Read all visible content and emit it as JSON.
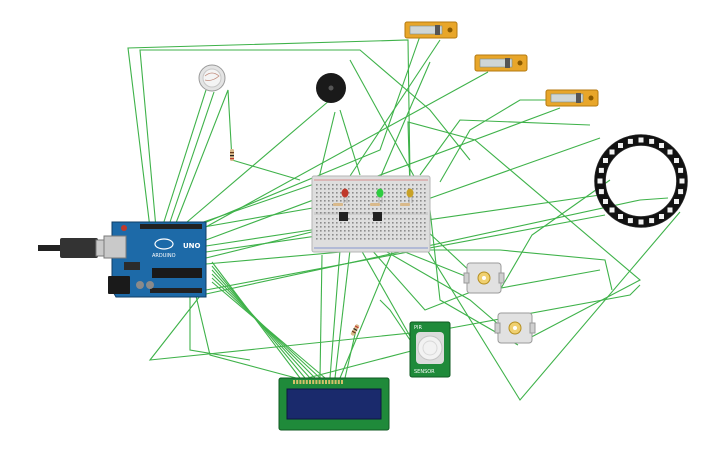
{
  "canvas": {
    "background": "#ffffff"
  },
  "colors": {
    "wire": "#3fb24a",
    "arduino_board": "#1d6aa8",
    "breadboard": "#dedede",
    "pir_board": "#1f8a3a",
    "lcd_frame": "#1f8a3a",
    "lcd_screen": "#1a2a6c",
    "slide_pot_body": "#e8a62a",
    "neopixel_ring": "#111111",
    "buzzer": "#1a1a1a",
    "led_red": "#c0392b",
    "led_green": "#2ecc40",
    "led_yellow": "#c9a227"
  },
  "arduino": {
    "brand_text": "UNO",
    "logo_text": "ARDUINO"
  },
  "pir": {
    "label_top": "PIR",
    "label_bottom": "SENSOR"
  },
  "components": {
    "icons": [
      "arduino-uno-board",
      "usb-cable",
      "breadboard",
      "lcd-16x2",
      "pir-sensor",
      "neopixel-ring",
      "piezo-buzzer",
      "photoresistor",
      "slide-potentiometer",
      "dc-motor",
      "led",
      "resistor",
      "npn-transistor"
    ],
    "slide_potentiometers": 3,
    "dc_motors": 2,
    "leds": [
      "red",
      "green",
      "yellow"
    ],
    "transistors": 2,
    "neopixel_count": 24
  }
}
